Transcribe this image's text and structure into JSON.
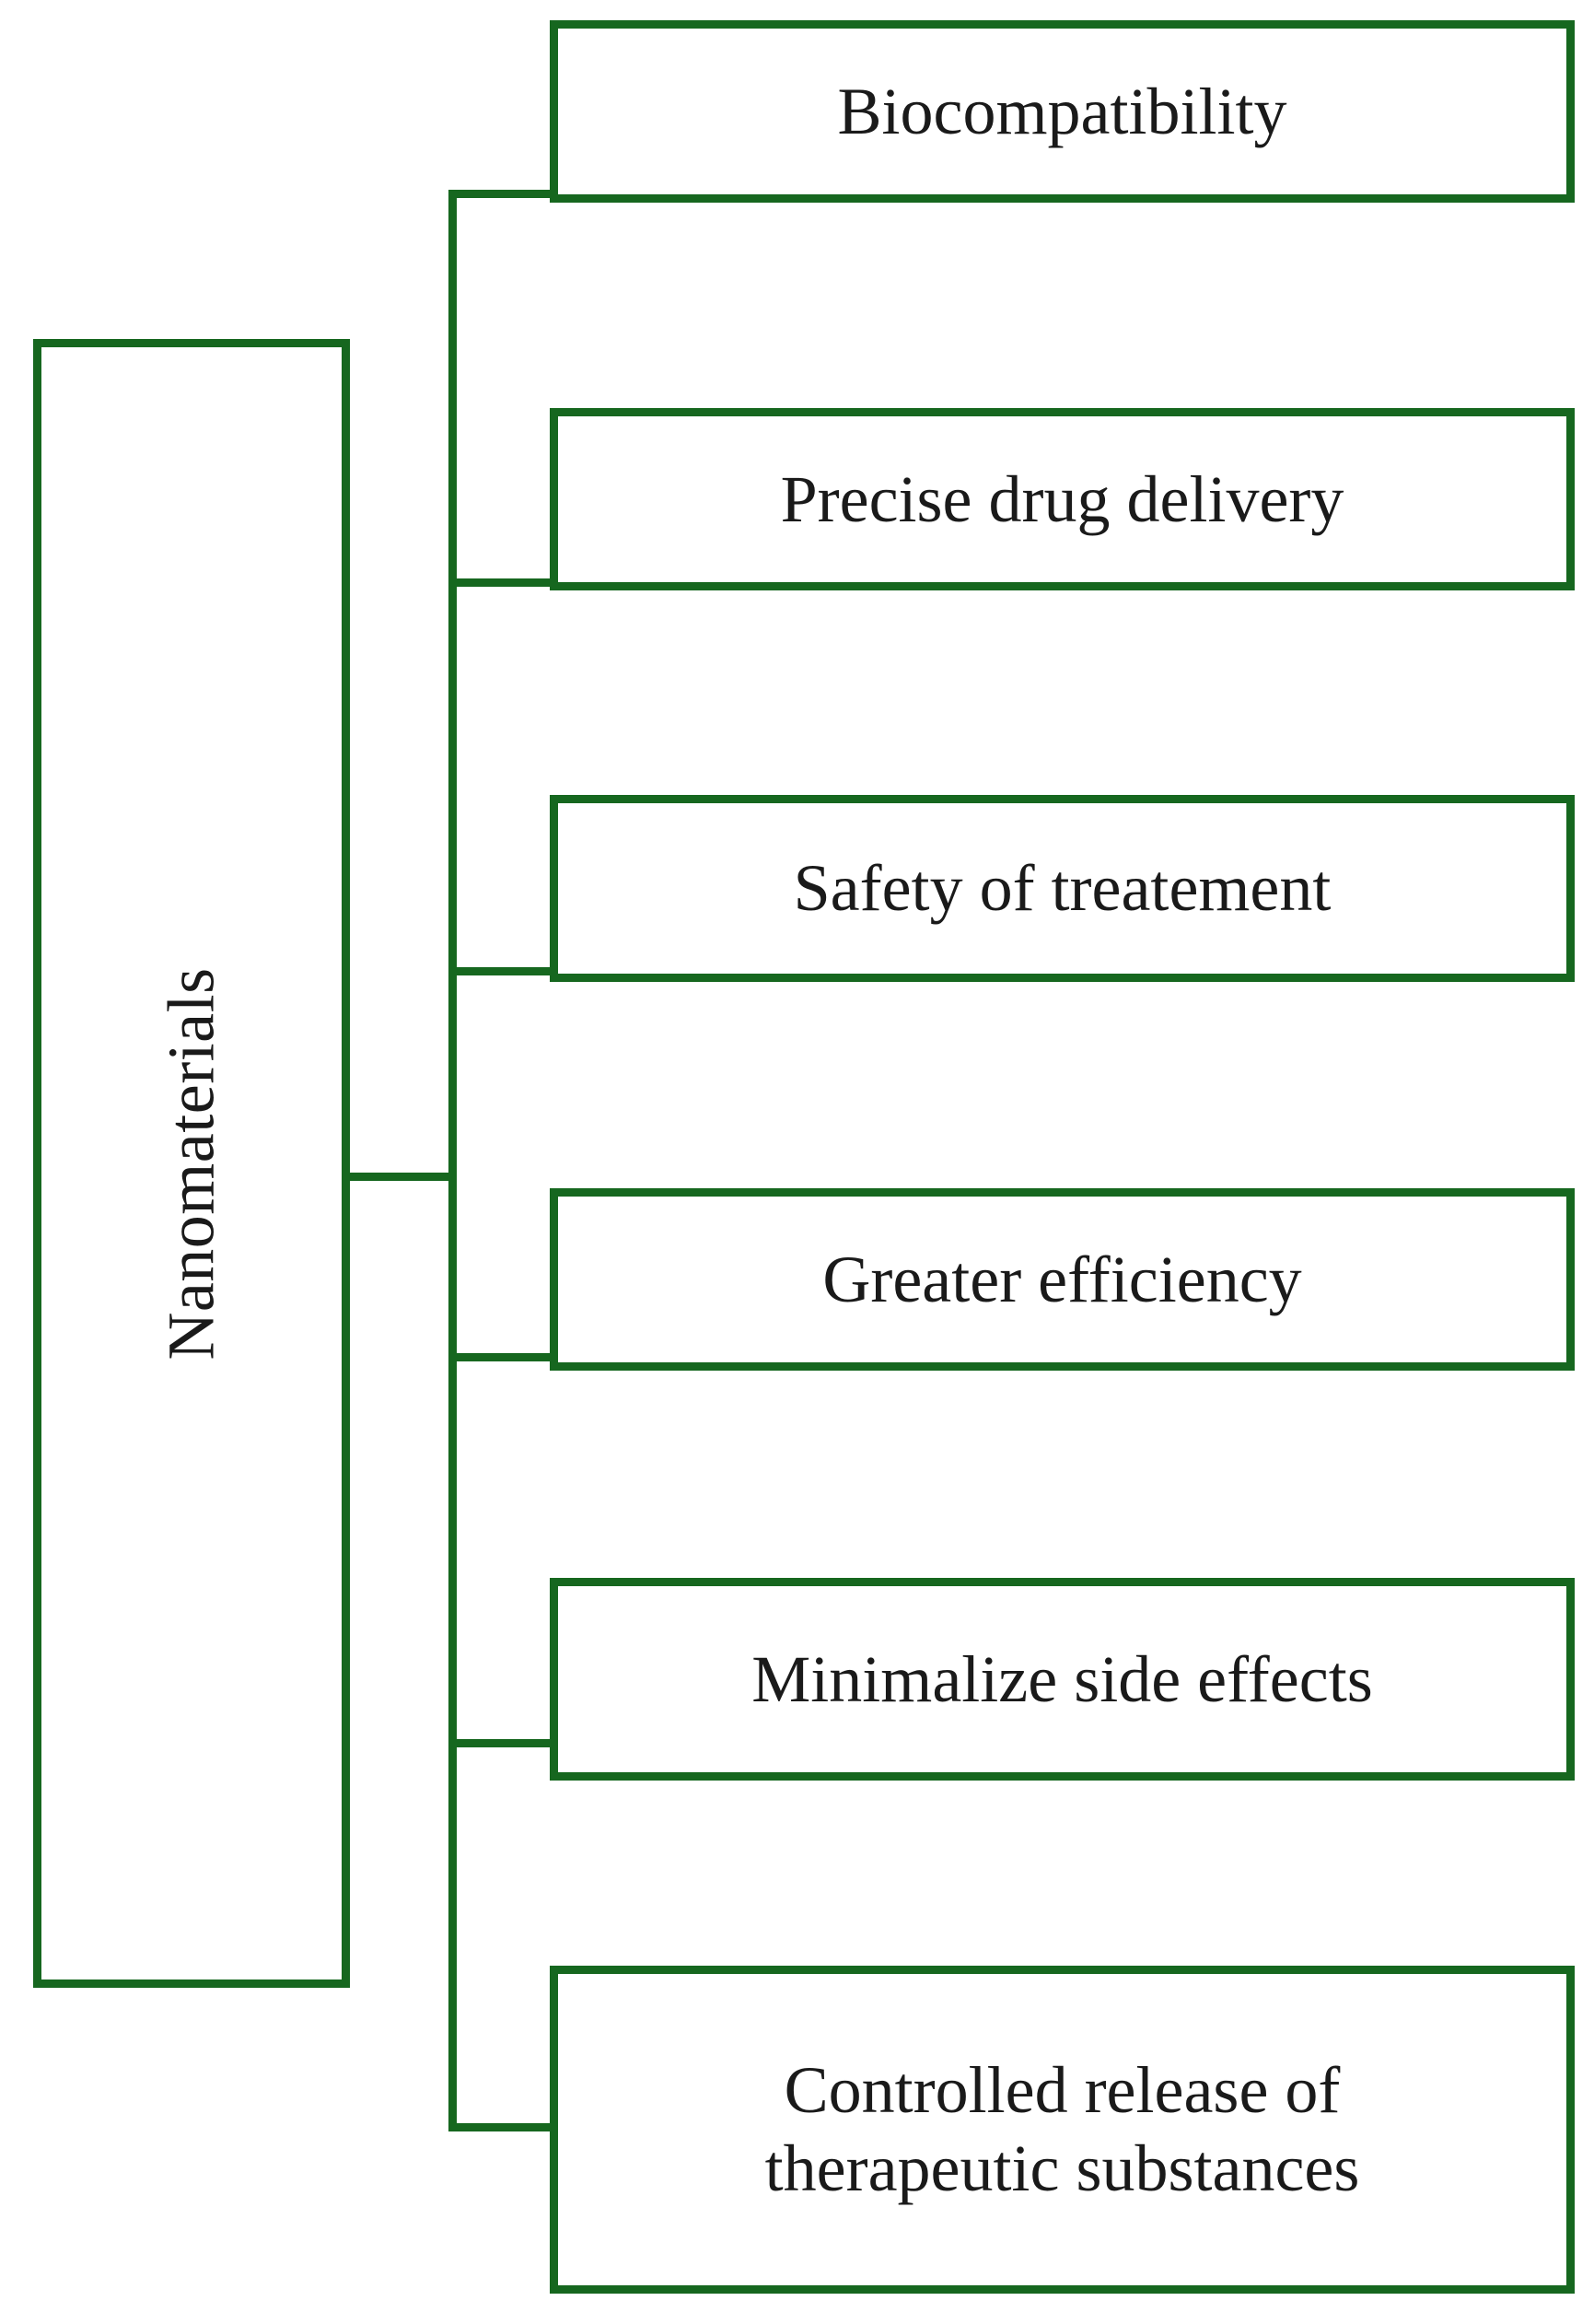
{
  "diagram": {
    "type": "tree-diagram",
    "orientation": "left-to-right",
    "accent_color": "#16671f",
    "text_color": "#1a1a1a",
    "background_color": "#ffffff",
    "root": {
      "label": "Nanomaterials",
      "text_orientation": "vertical-bottom-to-top"
    },
    "branches": [
      {
        "label": "Biocompatibility"
      },
      {
        "label": "Precise drug delivery"
      },
      {
        "label": "Safety of treatement"
      },
      {
        "label": "Greater efficiency"
      },
      {
        "label": "Minimalize side effects"
      },
      {
        "label_line1": "Controlled release of",
        "label_line2": "therapeutic substances"
      }
    ]
  }
}
